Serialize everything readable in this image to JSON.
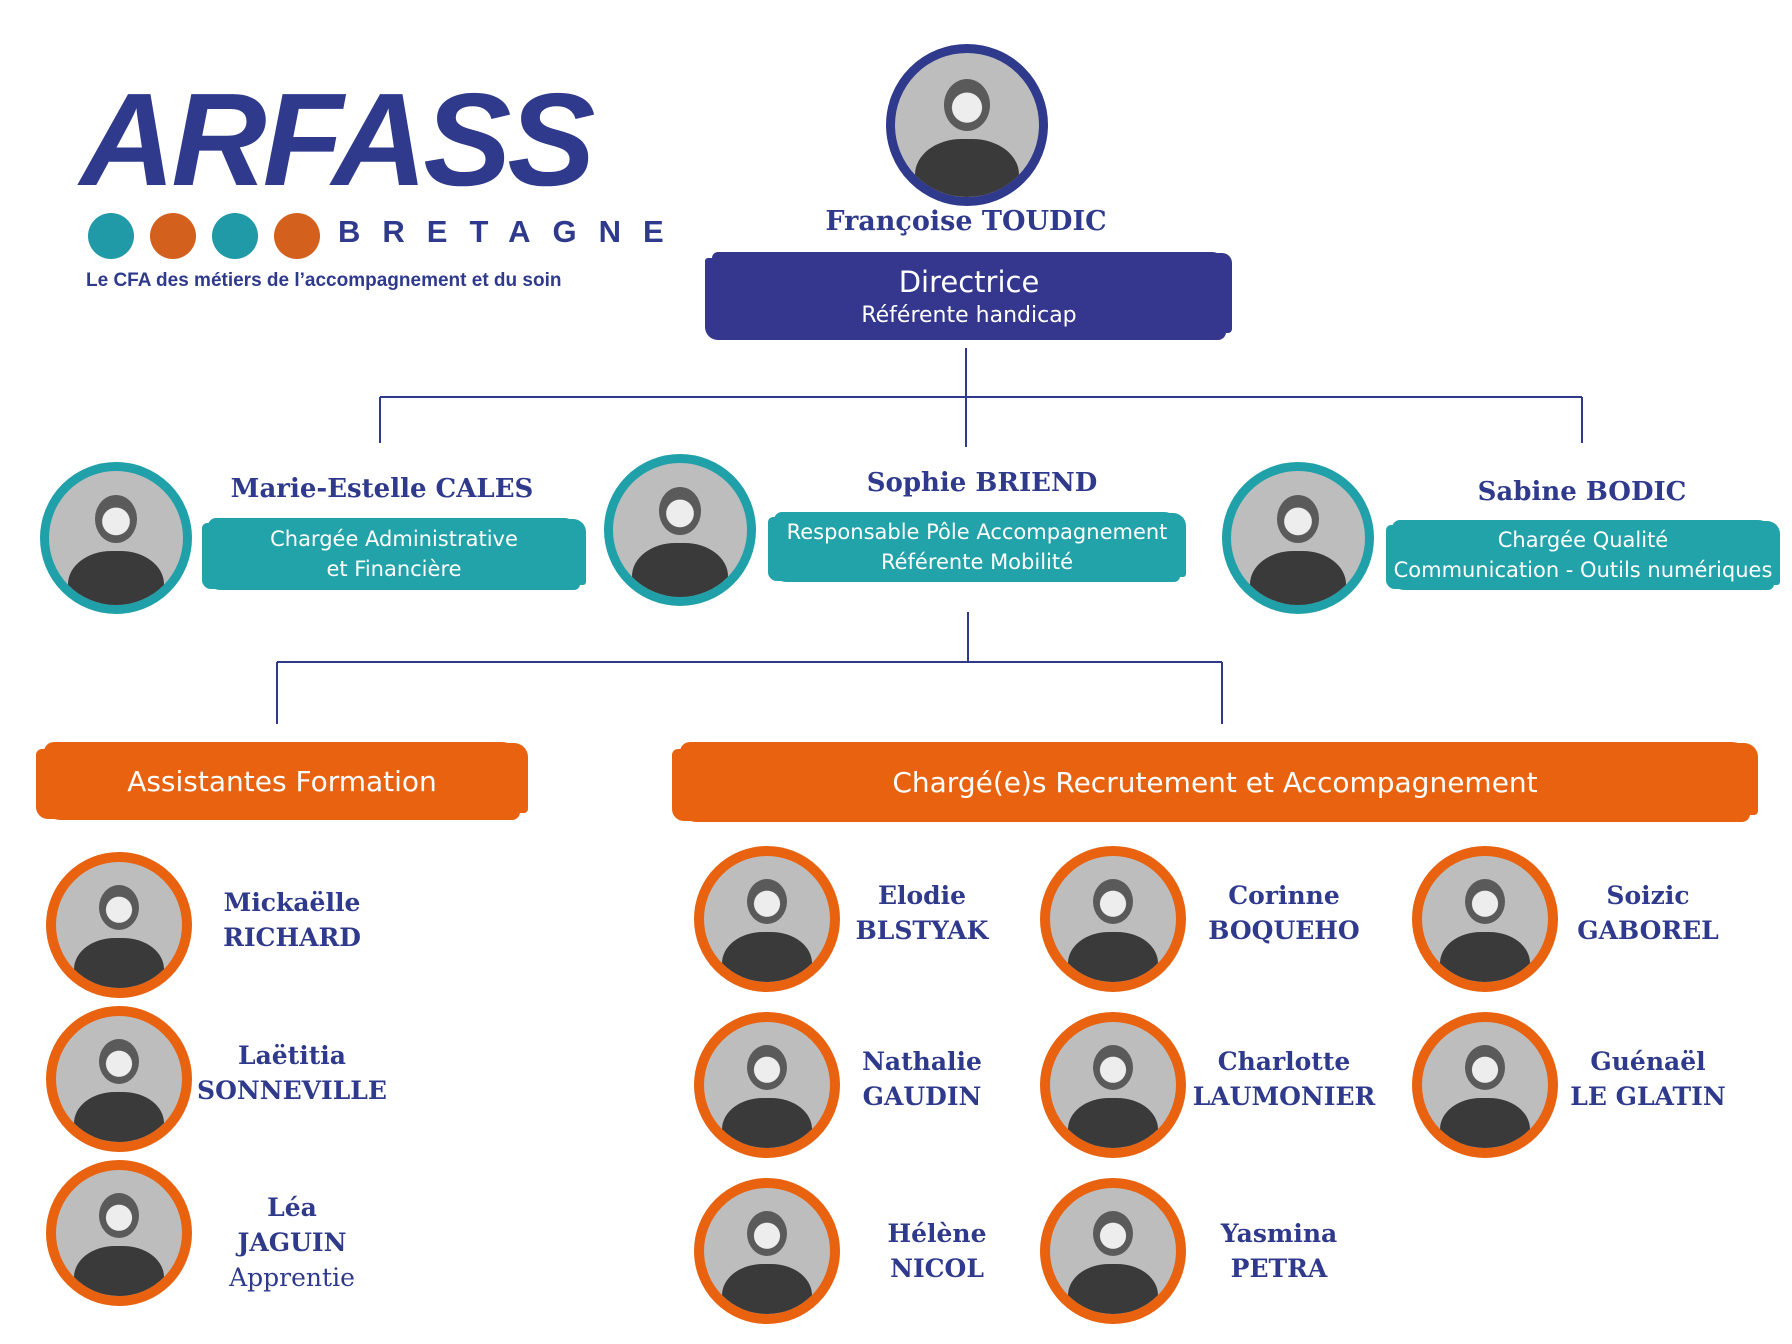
{
  "logo": {
    "word": "ARFASS",
    "region": "BRETAGNE",
    "tagline": "Le CFA des métiers de l’accompagnement et du soin",
    "dot_colors": [
      "#1f9aa6",
      "#d4601e",
      "#1f9aa6",
      "#d4601e"
    ]
  },
  "colors": {
    "navy": "#2f3a8c",
    "teal": "#20a1a9",
    "orange": "#e8620f"
  },
  "director": {
    "name": "Françoise TOUDIC",
    "role_line1": "Directrice",
    "role_line2": "Référente handicap"
  },
  "managers": [
    {
      "name": "Marie-Estelle CALES",
      "role_line1": "Chargée Administrative",
      "role_line2": "et Financière"
    },
    {
      "name": "Sophie BRIEND",
      "role_line1": "Responsable Pôle Accompagnement",
      "role_line2": "Référente Mobilité"
    },
    {
      "name": "Sabine BODIC",
      "role_line1": "Chargée Qualité",
      "role_line2": "Communication - Outils numériques"
    }
  ],
  "teams": {
    "assistants": {
      "title": "Assistantes Formation",
      "members": [
        {
          "first": "Mickaëlle",
          "last": "RICHARD"
        },
        {
          "first": "Laëtitia",
          "last": "SONNEVILLE"
        },
        {
          "first": "Léa",
          "last": "JAGUIN",
          "note": "Apprentie"
        }
      ]
    },
    "recruitment": {
      "title": "Chargé(e)s Recrutement et Accompagnement",
      "members": [
        {
          "first": "Elodie",
          "last": "BLSTYAK"
        },
        {
          "first": "Corinne",
          "last": "BOQUEHO"
        },
        {
          "first": "Soizic",
          "last": "GABOREL"
        },
        {
          "first": "Nathalie",
          "last": "GAUDIN"
        },
        {
          "first": "Charlotte",
          "last": "LAUMONIER"
        },
        {
          "first": "Guénaël",
          "last": "LE GLATIN"
        },
        {
          "first": "Hélène",
          "last": "NICOL"
        },
        {
          "first": "Yasmina",
          "last": "PETRA"
        }
      ]
    }
  }
}
